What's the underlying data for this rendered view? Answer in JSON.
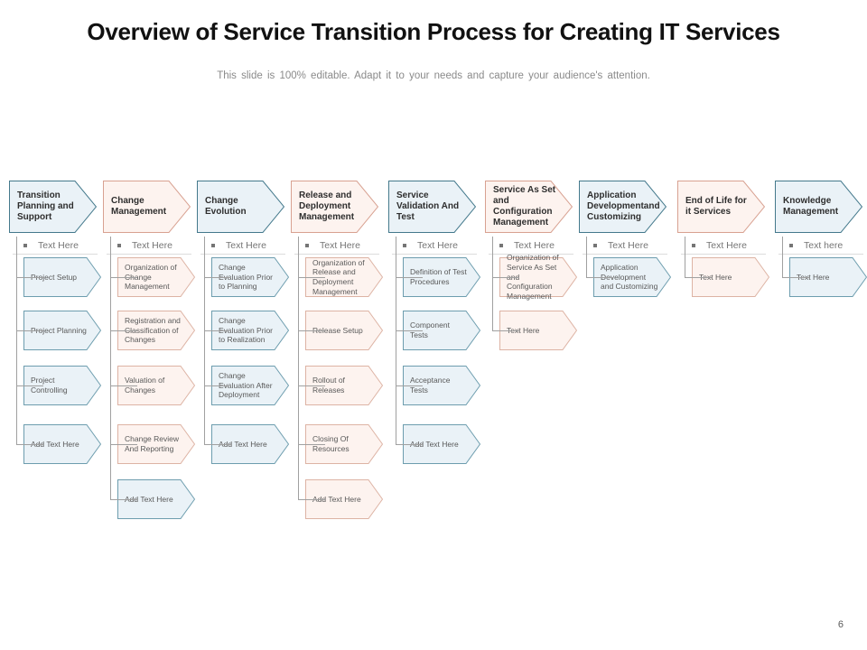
{
  "slide": {
    "title": "Overview of Service Transition Process for Creating IT Services",
    "subtitle": "This slide is 100% editable. Adapt it to your needs and capture your audience's attention.",
    "page_number": "6"
  },
  "colors": {
    "blue_fill": "#eaf2f7",
    "blue_header_border": "#44798c",
    "blue_item_border": "#6d9dae",
    "peach_fill": "#fdf3ef",
    "peach_header_border": "#d8a191",
    "peach_item_border": "#ddb3a4",
    "connector": "#a0a0a0",
    "header_text": "#2e2e2e",
    "item_text": "#595959",
    "bullet_text": "#757575",
    "rule": "#dcdcdc",
    "title": "#111111",
    "subtitle": "#8a8a8a",
    "page": "#595959"
  },
  "columns": [
    {
      "header": "Transition Planning and Support",
      "variant": "blue",
      "bullet": "Text Here",
      "items": [
        {
          "label": "Project Setup",
          "variant": "blue"
        },
        {
          "label": "Project Planning",
          "variant": "blue"
        },
        {
          "label": "Project Controlling",
          "variant": "blue"
        },
        {
          "label": "Add Text Here",
          "variant": "blue"
        }
      ]
    },
    {
      "header": "Change Management",
      "variant": "peach",
      "bullet": "Text Here",
      "items": [
        {
          "label": "Organization of Change Management",
          "variant": "peach"
        },
        {
          "label": "Registration and Classification of Changes",
          "variant": "peach"
        },
        {
          "label": "Valuation of Changes",
          "variant": "peach"
        },
        {
          "label": "Change Review And Reporting",
          "variant": "peach"
        },
        {
          "label": "Add Text Here",
          "variant": "blue"
        }
      ]
    },
    {
      "header": "Change Evolution",
      "variant": "blue",
      "bullet": "Text Here",
      "items": [
        {
          "label": "Change Evaluation Prior to Planning",
          "variant": "blue"
        },
        {
          "label": "Change Evaluation Prior to Realization",
          "variant": "blue"
        },
        {
          "label": "Change Evaluation After Deployment",
          "variant": "blue"
        },
        {
          "label": "Add Text Here",
          "variant": "blue"
        }
      ]
    },
    {
      "header": "Release and Deployment Management",
      "variant": "peach",
      "bullet": "Text Here",
      "items": [
        {
          "label": "Organization of Release and Deployment Management",
          "variant": "peach"
        },
        {
          "label": "Release Setup",
          "variant": "peach"
        },
        {
          "label": "Rollout of Releases",
          "variant": "peach"
        },
        {
          "label": "Closing Of Resources",
          "variant": "peach"
        },
        {
          "label": "Add Text Here",
          "variant": "peach"
        }
      ]
    },
    {
      "header": "Service Validation And Test",
      "variant": "blue",
      "bullet": "Text Here",
      "items": [
        {
          "label": "Definition of Test Procedures",
          "variant": "blue"
        },
        {
          "label": "Component Tests",
          "variant": "blue"
        },
        {
          "label": "Acceptance Tests",
          "variant": "blue"
        },
        {
          "label": "Add Text Here",
          "variant": "blue"
        }
      ]
    },
    {
      "header": "Service As Set and Configuration Management",
      "variant": "peach",
      "bullet": "Text Here",
      "items": [
        {
          "label": "Organization of Service As Set and Configuration Management",
          "variant": "peach"
        },
        {
          "label": "Text Here",
          "variant": "peach"
        }
      ]
    },
    {
      "header": "Application Developmentand Customizing",
      "variant": "blue",
      "bullet": "Text Here",
      "items": [
        {
          "label": "Application Development and Customizing",
          "variant": "blue"
        }
      ]
    },
    {
      "header": "End of Life for it Services",
      "variant": "peach",
      "bullet": "Text Here",
      "items": [
        {
          "label": "Text Here",
          "variant": "peach"
        }
      ]
    },
    {
      "header": "Knowledge Management",
      "variant": "blue",
      "bullet": "Text here",
      "items": [
        {
          "label": "Text Here",
          "variant": "blue"
        }
      ]
    }
  ]
}
